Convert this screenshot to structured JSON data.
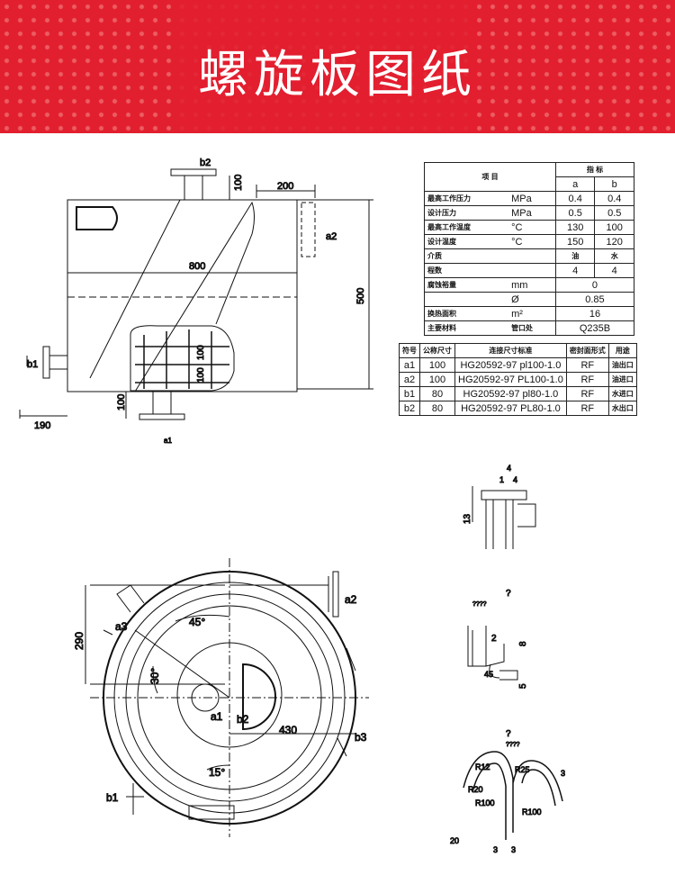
{
  "title": "螺旋板图纸",
  "front_view": {
    "labels": {
      "b2": "b2",
      "a2": "a2",
      "b1": "b1",
      "a1": "a1"
    },
    "dims": {
      "top_nozzle": "100",
      "offset": "200",
      "width": "800",
      "height": "500",
      "bottom_nozzle": "100",
      "left": "190",
      "inner1": "100",
      "inner2": "100"
    }
  },
  "spec_table": {
    "header_item": "项 目",
    "header_index": "指 标",
    "col_a": "a",
    "col_b": "b",
    "rows": [
      {
        "label": "最高工作压力",
        "unit": "MPa",
        "a": "0.4",
        "b": "0.4"
      },
      {
        "label": "设计压力",
        "unit": "MPa",
        "a": "0.5",
        "b": "0.5"
      },
      {
        "label": "最高工作温度",
        "unit": "°C",
        "a": "130",
        "b": "100"
      },
      {
        "label": "设计温度",
        "unit": "°C",
        "a": "150",
        "b": "120"
      },
      {
        "label": "介质",
        "unit": "",
        "a": "油",
        "b": "水"
      },
      {
        "label": "程数",
        "unit": "",
        "a": "4",
        "b": "4"
      },
      {
        "label": "腐蚀裕量",
        "unit": "mm",
        "value": "0"
      },
      {
        "label": "",
        "unit": "Ø",
        "value": "0.85"
      },
      {
        "label": "换热面积",
        "unit": "m²",
        "value": "16"
      },
      {
        "label": "主要材料",
        "unit": "管口处",
        "value": "Q235B"
      }
    ]
  },
  "nozzle_table": {
    "headers": [
      "符号",
      "公称尺寸",
      "连接尺寸标准",
      "密封面形式",
      "用途"
    ],
    "rows": [
      [
        "a1",
        "100",
        "HG20592-97 pl100-1.0",
        "RF",
        "油出口"
      ],
      [
        "a2",
        "100",
        "HG20592-97 PL100-1.0",
        "RF",
        "油进口"
      ],
      [
        "b1",
        "80",
        "HG20592-97 pl80-1.0",
        "RF",
        "水进口"
      ],
      [
        "b2",
        "80",
        "HG20592-97 PL80-1.0",
        "RF",
        "水出口"
      ]
    ]
  },
  "top_view": {
    "labels": {
      "a1": "a1",
      "b2": "b2",
      "a2": "a2",
      "a3": "a3",
      "b1": "b1",
      "b3": "b3"
    },
    "dims": {
      "d290": "290",
      "d430": "430",
      "ang45": "45°",
      "ang30": "30°",
      "ang15": "15°"
    }
  },
  "detail1": {
    "d4a": "4",
    "d1": "1",
    "d4b": "4",
    "d13": "13"
  },
  "detail2": {
    "q": "?",
    "qq": "????",
    "d2": "2",
    "d8": "8",
    "d5": "5",
    "d45": "45"
  },
  "detail3": {
    "q": "?",
    "qq": "????",
    "r12": "R12",
    "r25": "R25",
    "r20": "R20",
    "r100a": "R100",
    "r100b": "R100",
    "d3a": "3",
    "d3b": "3",
    "d3c": "3",
    "d20": "20"
  }
}
